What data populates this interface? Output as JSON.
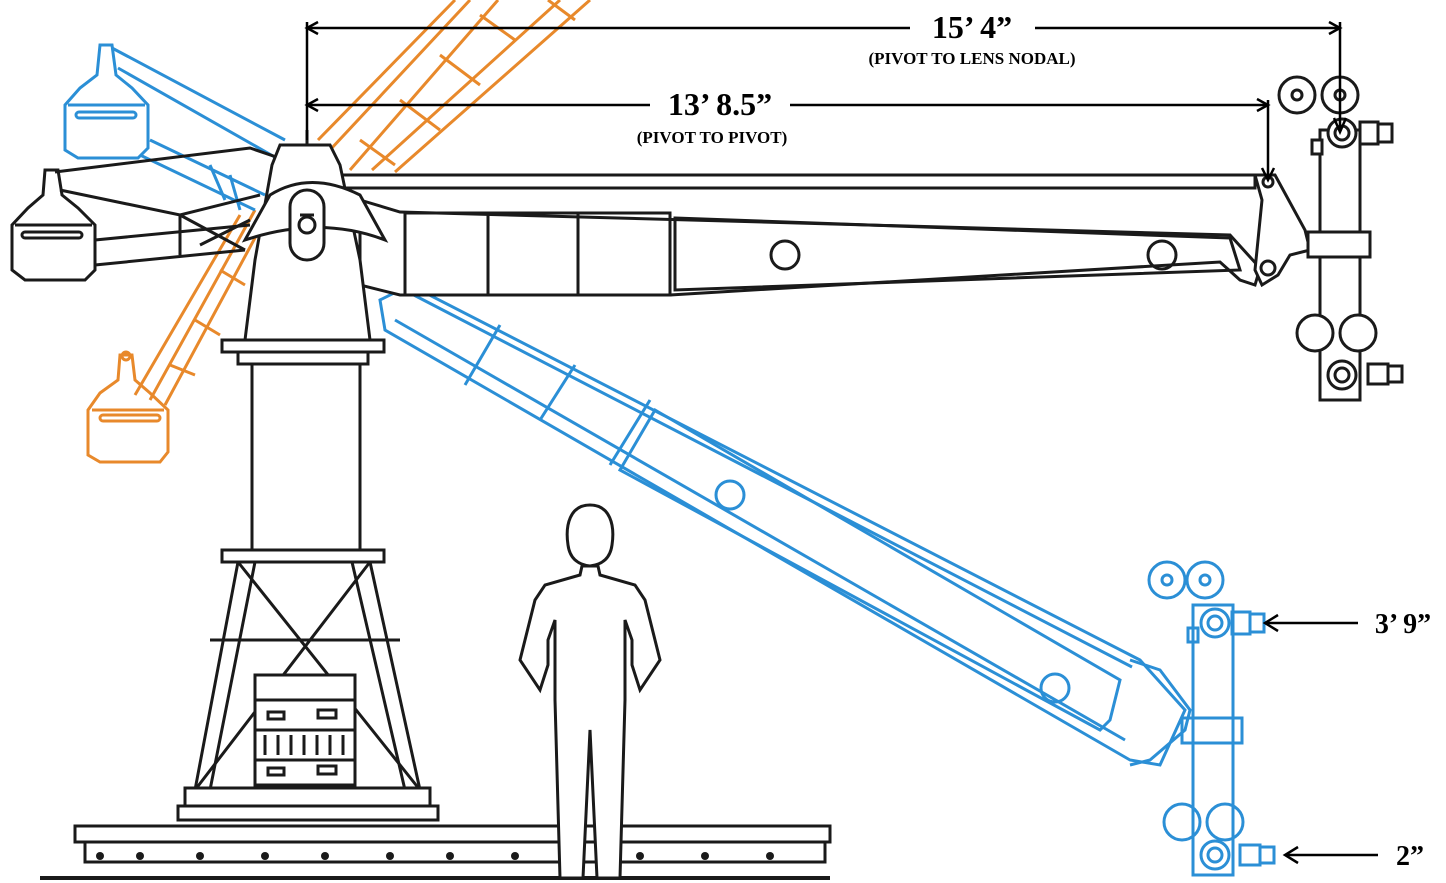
{
  "dimensions": {
    "pivot_to_lens_nodal": {
      "value": "15’ 4”",
      "note": "(PIVOT TO  LENS NODAL)"
    },
    "pivot_to_pivot": {
      "value": "13’ 8.5”",
      "note": "(PIVOT TO PIVOT)"
    },
    "low_lens_height_high": "3’ 9”",
    "low_lens_height_low": "2”"
  },
  "colors": {
    "outline": "#1a1a1a",
    "raised_arm": "#e8892b",
    "lowered_arm": "#2b8fd6",
    "background": "#ffffff"
  }
}
